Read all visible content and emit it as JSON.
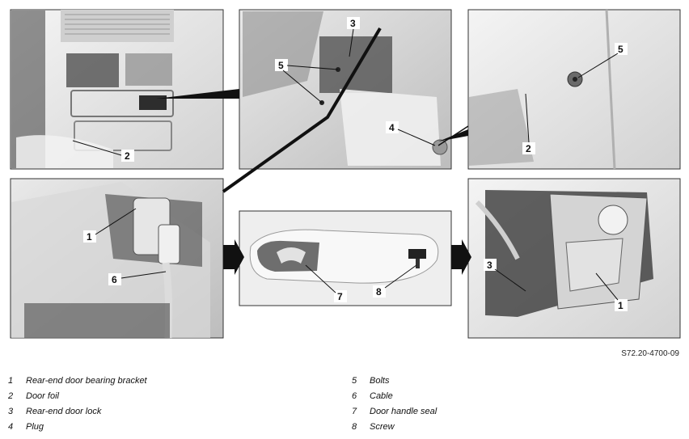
{
  "callouts": {
    "p1": [
      "2"
    ],
    "p2": [
      "3",
      "5",
      "4"
    ],
    "p3": [
      "5",
      "2"
    ],
    "p4": [
      "1",
      "6"
    ],
    "p5": [
      "7",
      "8"
    ],
    "p6": [
      "3",
      "1"
    ]
  },
  "reference": "S72.20-4700-09",
  "legend": [
    {
      "num": "1",
      "label": "Rear-end door bearing bracket"
    },
    {
      "num": "2",
      "label": "Door foil"
    },
    {
      "num": "3",
      "label": "Rear-end door lock"
    },
    {
      "num": "4",
      "label": "Plug"
    },
    {
      "num": "5",
      "label": "Bolts"
    },
    {
      "num": "6",
      "label": "Cable"
    },
    {
      "num": "7",
      "label": "Door handle seal"
    },
    {
      "num": "8",
      "label": "Screw"
    }
  ]
}
